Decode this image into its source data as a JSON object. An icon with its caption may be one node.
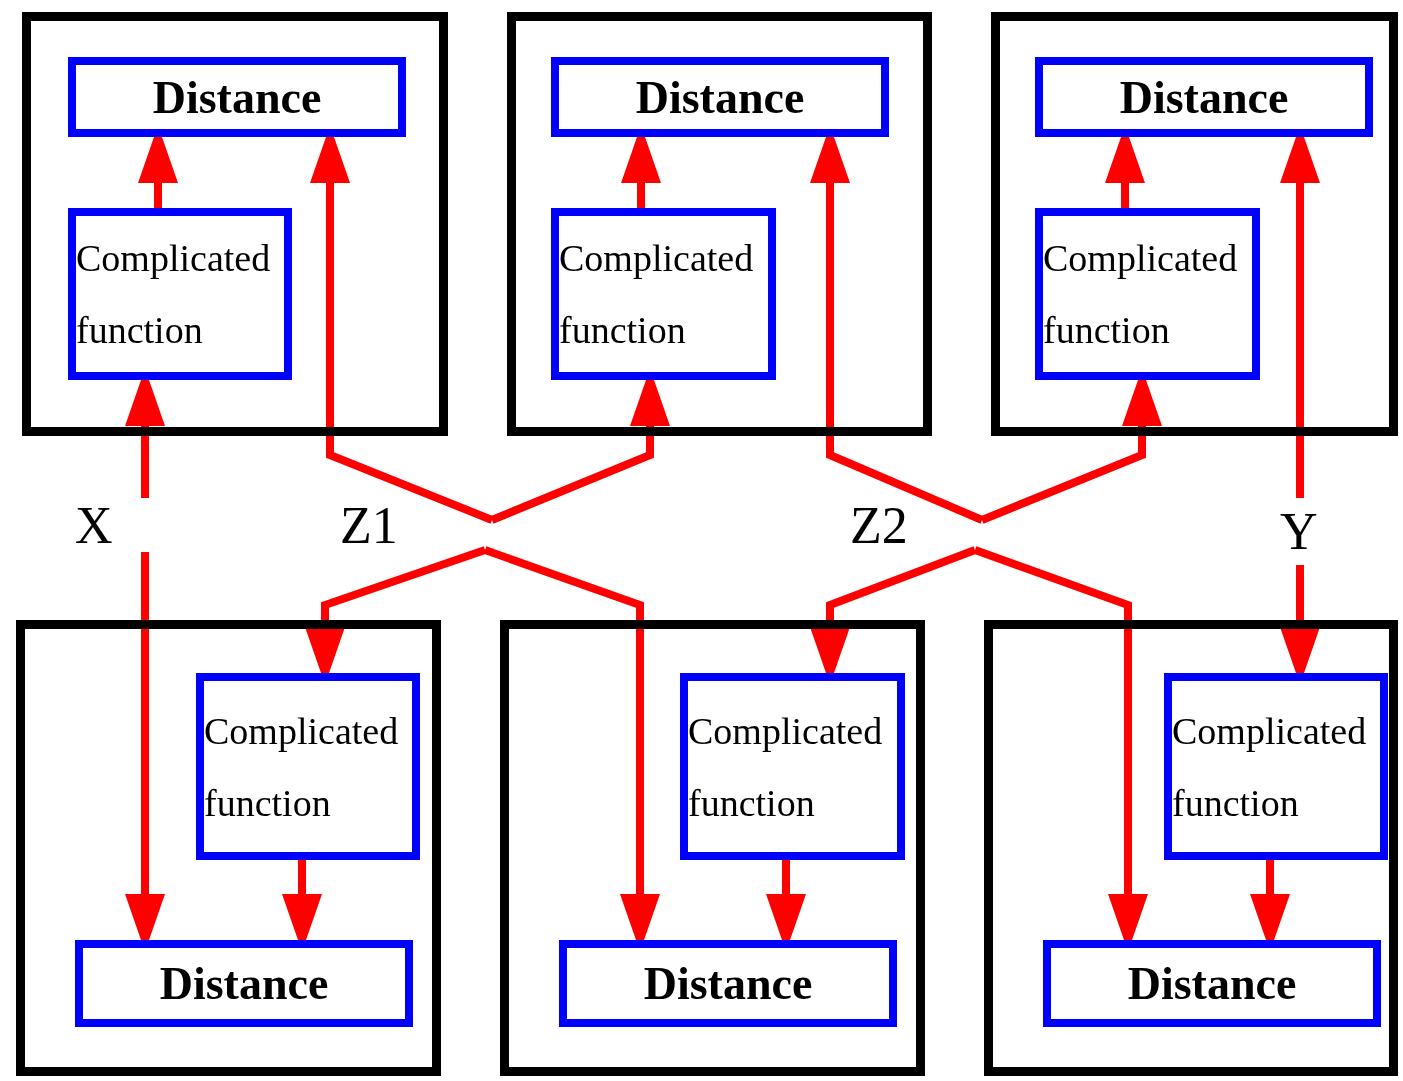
{
  "diagram": {
    "nodes": [
      {
        "text": [],
        "shape": "box"
      },
      {
        "text": [
          "Distance"
        ],
        "in": 0
      },
      {
        "text": [
          "Complicated function"
        ],
        "in": 0
      },
      {
        "text": [],
        "shape": "box"
      },
      {
        "text": [
          "Distance"
        ],
        "in": 3
      },
      {
        "text": [
          "Complicated function"
        ],
        "in": 3
      },
      {
        "text": [],
        "shape": "box"
      },
      {
        "text": [
          "Distance"
        ],
        "in": 6
      },
      {
        "text": [
          "Complicated function"
        ],
        "in": 6
      },
      {
        "text": [
          "X"
        ]
      },
      {
        "text": [
          "Z1"
        ]
      },
      {
        "text": [
          "Z2"
        ]
      },
      {
        "text": [
          "Y"
        ]
      },
      {
        "text": [],
        "shape": "box"
      },
      {
        "text": [
          "Complicated function"
        ],
        "in": 13
      },
      {
        "text": [
          "Distance"
        ],
        "in": 13
      },
      {
        "text": [],
        "shape": "box"
      },
      {
        "text": [
          "Complicated function"
        ],
        "in": 16
      },
      {
        "text": [
          "Distance"
        ],
        "in": 16
      },
      {
        "text": [],
        "shape": "box"
      },
      {
        "text": [
          "Complicated function"
        ],
        "in": 19
      },
      {
        "text": [
          "Distance"
        ],
        "in": 19
      }
    ],
    "edges": [
      {
        "from": 2,
        "to": 1,
        "arrow": "to"
      },
      {
        "from": 5,
        "to": 4,
        "arrow": "to"
      },
      {
        "from": 8,
        "to": 7,
        "arrow": "to"
      },
      {
        "from": 14,
        "to": 15,
        "arrow": "to"
      },
      {
        "from": 17,
        "to": 18,
        "arrow": "to"
      },
      {
        "from": 20,
        "to": 21,
        "arrow": "to"
      },
      {
        "from": 9,
        "to": 2,
        "arrow": "to"
      },
      {
        "from": 9,
        "to": 15,
        "arrow": "to"
      },
      {
        "from": 10,
        "to": 1,
        "arrow": "to"
      },
      {
        "from": 10,
        "to": 5,
        "arrow": "to"
      },
      {
        "from": 10,
        "to": 14,
        "arrow": "to"
      },
      {
        "from": 10,
        "to": 18,
        "arrow": "to"
      },
      {
        "from": 11,
        "to": 4,
        "arrow": "to"
      },
      {
        "from": 11,
        "to": 8,
        "arrow": "to"
      },
      {
        "from": 11,
        "to": 17,
        "arrow": "to"
      },
      {
        "from": 11,
        "to": 21,
        "arrow": "to"
      },
      {
        "from": 12,
        "to": 7,
        "arrow": "to"
      },
      {
        "from": 12,
        "to": 20,
        "arrow": "to"
      }
    ]
  }
}
